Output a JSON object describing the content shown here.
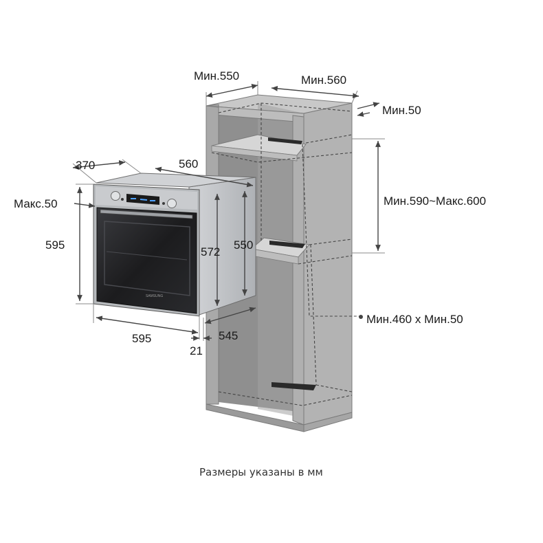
{
  "labels": {
    "cab_depth": "Мин.550",
    "cab_width": "Мин.560",
    "top_gap": "Мин.50",
    "niche_height": "Мин.590~Макс.600",
    "vent_slot": "Мин.460 x Мин.50",
    "oven_depth": "370",
    "oven_back_width": "560",
    "oven_top_gap": "Макс.50",
    "oven_height": "595",
    "oven_body_height": "572",
    "oven_back_height": "550",
    "oven_width": "595",
    "oven_front_offset": "21",
    "oven_body_width": "545"
  },
  "footnote": "Размеры указаны в мм",
  "colors": {
    "cabinet_dark": "#9d9d9d",
    "cabinet_mid": "#b5b5b5",
    "cabinet_light": "#cfcfcf",
    "oven_steel": "#c3c5c8",
    "oven_door": "#1c1c1e"
  }
}
